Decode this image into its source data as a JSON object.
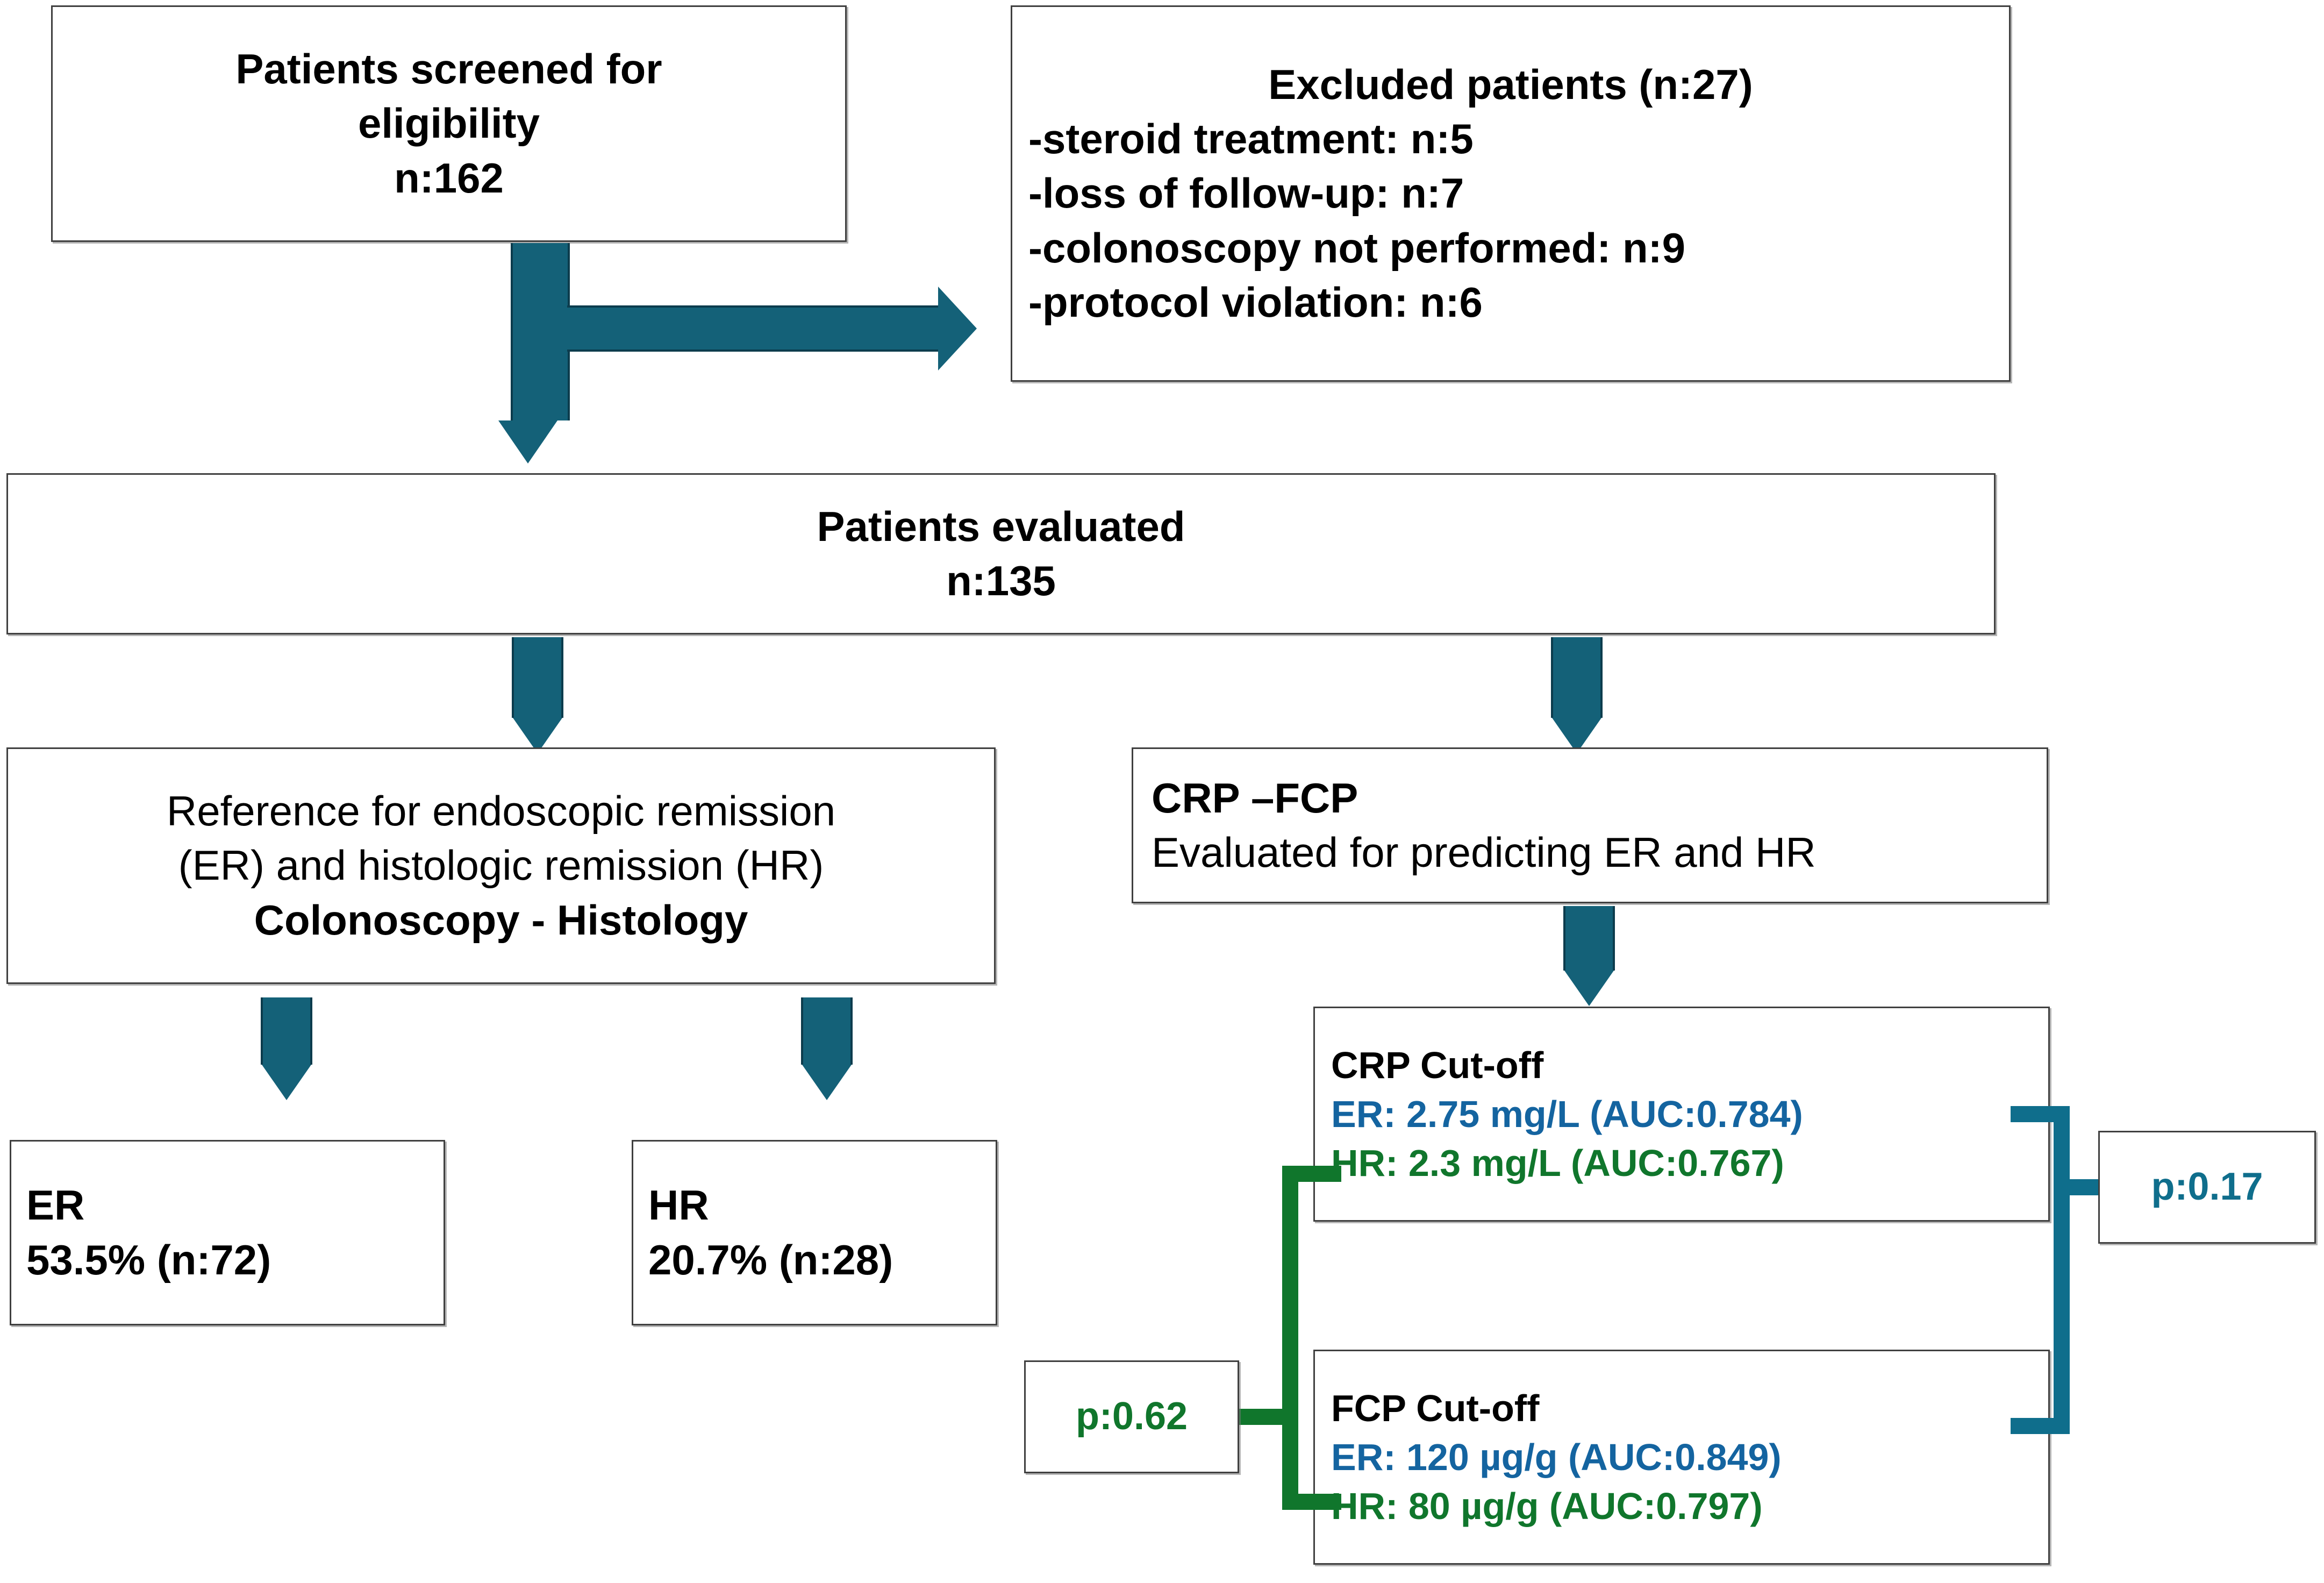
{
  "diagram": {
    "title": "Study flow diagram",
    "colors": {
      "arrow_teal": "#146178",
      "bracket_blue": "#0f6e8c",
      "bracket_green": "#10762c",
      "er_blue": "#1464a0",
      "hr_green": "#10762c",
      "box_border": "#404040"
    },
    "boxes": {
      "screened": {
        "line1": "Patients screened for",
        "line2": "eligibility",
        "line3": "n:162"
      },
      "excluded": {
        "title": "Excluded patients (n:27)",
        "reasons": [
          "-steroid treatment: n:5",
          "-loss of follow-up: n:7",
          "-colonoscopy not performed: n:9",
          "-protocol violation: n:6"
        ]
      },
      "evaluated": {
        "line1": "Patients evaluated",
        "line2": "n:135"
      },
      "reference": {
        "line1": "Reference for endoscopic remission",
        "line2": "(ER) and histologic remission (HR)",
        "line3": "Colonoscopy - Histology"
      },
      "crp_fcp": {
        "line1": "CRP –FCP",
        "line2": "Evaluated for predicting ER and HR"
      },
      "er_result": {
        "label": "ER",
        "value": "53.5% (n:72)"
      },
      "hr_result": {
        "label": "HR",
        "value": "20.7% (n:28)"
      },
      "crp_cutoff": {
        "title": "CRP Cut-off",
        "er": "ER: 2.75 mg/L (AUC:0.784)",
        "hr": "HR: 2.3 mg/L  (AUC:0.767)"
      },
      "fcp_cutoff": {
        "title": "FCP Cut-off",
        "er": "ER: 120 µg/g (AUC:0.849)",
        "hr": "HR: 80 µg/g (AUC:0.797)"
      },
      "p_er": {
        "value": "p:0.17"
      },
      "p_hr": {
        "value": "p:0.62"
      }
    }
  }
}
